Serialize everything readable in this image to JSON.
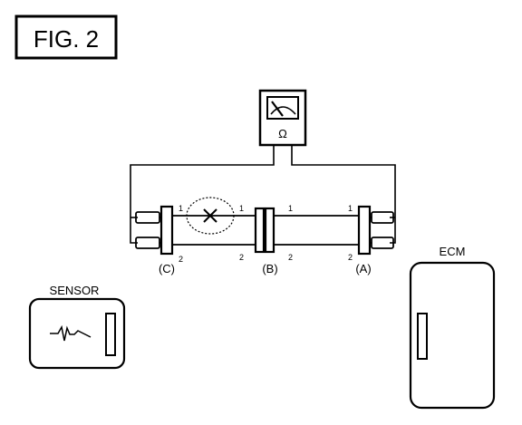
{
  "figure": {
    "label": "FIG. 2"
  },
  "meter": {
    "symbol": "Ω",
    "icon": "ohmmeter-icon"
  },
  "connectors": [
    {
      "id": "C",
      "label": "(C)",
      "pin1": "1",
      "pin2": "2"
    },
    {
      "id": "B",
      "label": "(B)",
      "pin1_left": "1",
      "pin2_left": "2",
      "pin1_right": "1",
      "pin2_right": "2"
    },
    {
      "id": "A",
      "label": "(A)",
      "pin1": "1",
      "pin2": "2"
    }
  ],
  "fault": {
    "icon": "open-circuit-x-icon"
  },
  "sensor": {
    "title": "SENSOR",
    "icon": "signal-waveform-icon"
  },
  "ecm": {
    "title": "ECM"
  },
  "colors": {
    "ink": "#000000",
    "background": "#ffffff"
  }
}
